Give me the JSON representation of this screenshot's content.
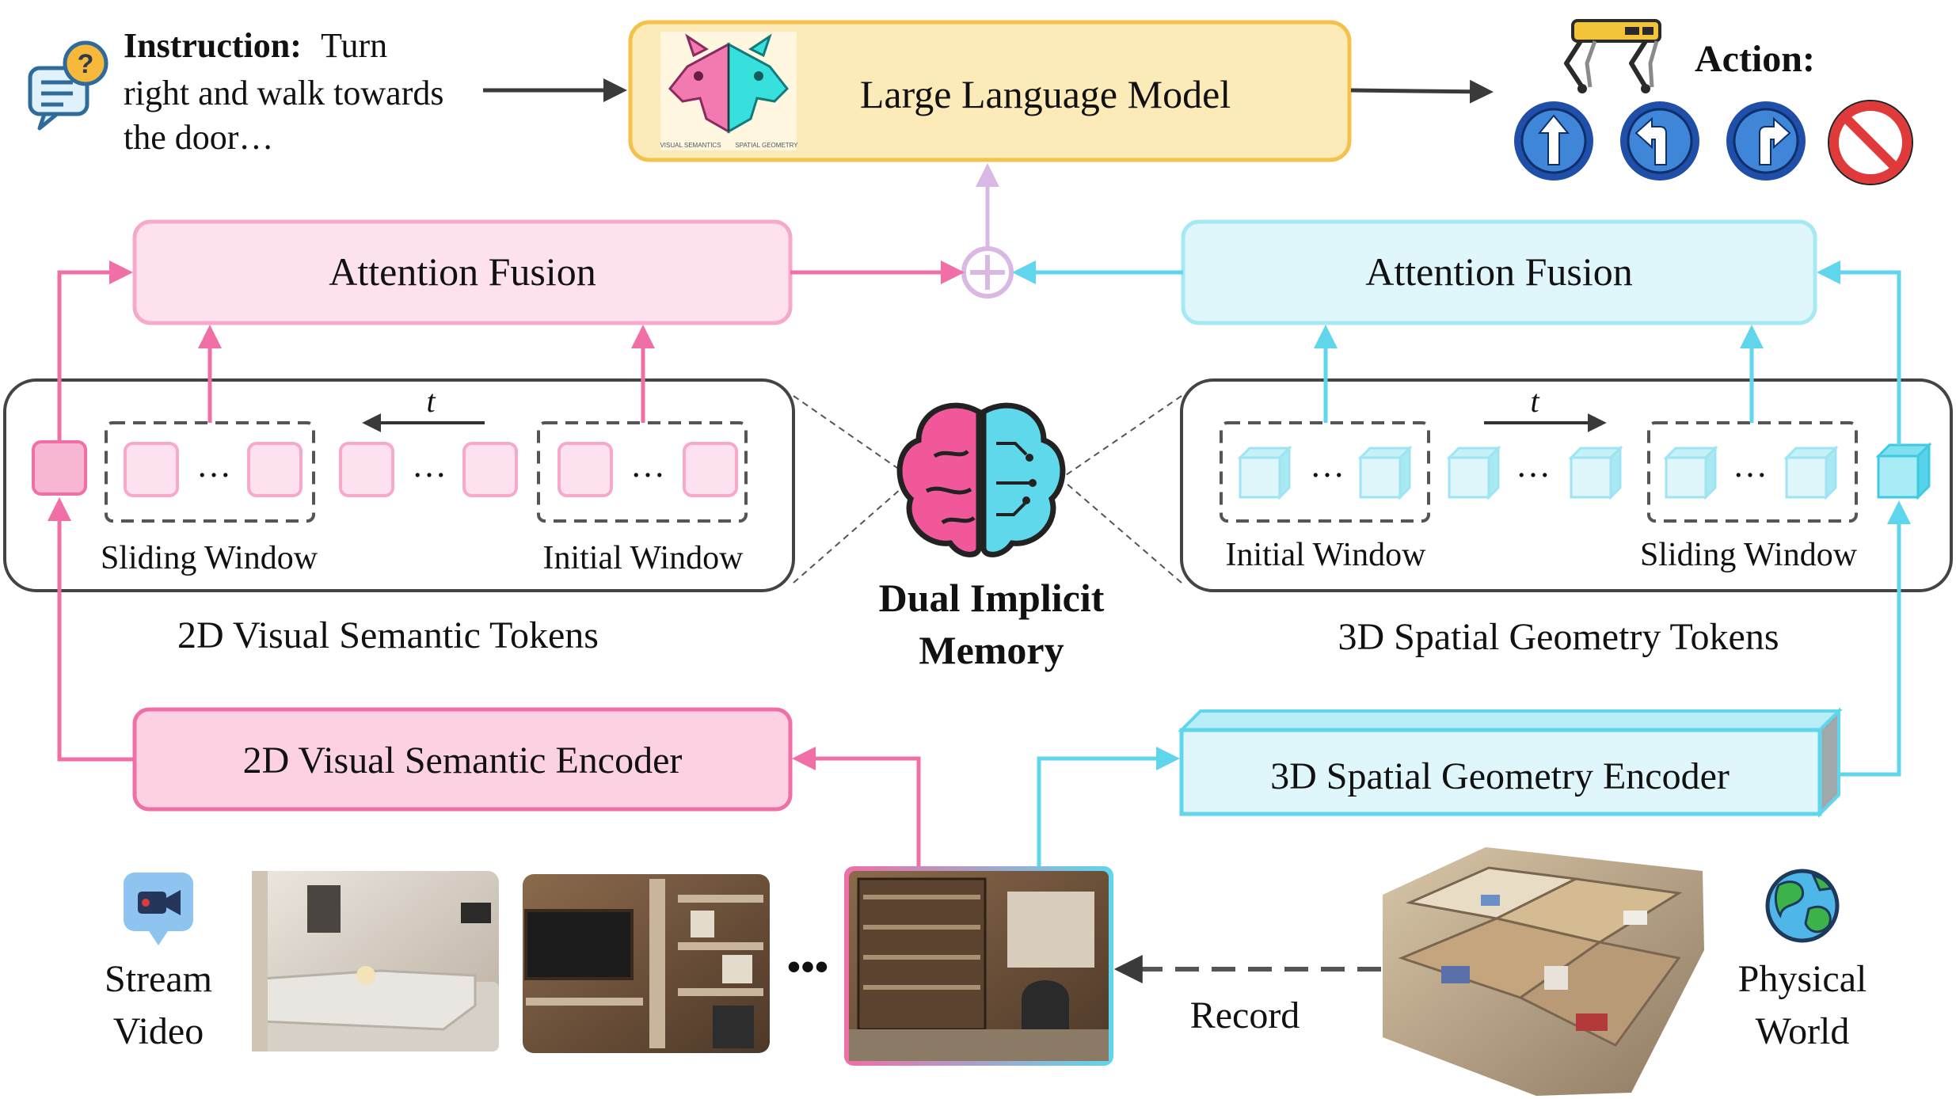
{
  "instruction": {
    "label": "Instruction:",
    "line1": "Turn",
    "line2": "right and walk  towards",
    "line3": "the door…"
  },
  "llm": {
    "title": "Large Language Model",
    "icon": "dual-dog-robot-illustration",
    "caption_left": "VISUAL SEMANTICS",
    "caption_right": "SPATIAL GEOMETRY"
  },
  "action": {
    "label": "Action:",
    "robot_icon": "quadruped-robot-icon",
    "buttons": [
      {
        "name": "forward-arrow-icon",
        "color": "#1f4fa8"
      },
      {
        "name": "turn-left-arrow-icon",
        "color": "#1f4fa8"
      },
      {
        "name": "turn-right-arrow-icon",
        "color": "#1f4fa8"
      },
      {
        "name": "stop-icon",
        "color": "#e03a3a"
      }
    ]
  },
  "left_branch": {
    "fusion_title": "Attention Fusion",
    "time_label": "t",
    "sliding_window": "Sliding Window",
    "initial_window": "Initial Window",
    "ellipsis": "…",
    "tokens_caption": "2D Visual Semantic Tokens",
    "encoder": "2D Visual Semantic Encoder",
    "color": "#ef6fa6",
    "fill": "#fde1ee"
  },
  "right_branch": {
    "fusion_title": "Attention Fusion",
    "time_label": "t",
    "initial_window": "Initial Window",
    "sliding_window": "Sliding Window",
    "ellipsis": "…",
    "tokens_caption": "3D Spatial  Geometry Tokens",
    "encoder": "3D Spatial Geometry Encoder",
    "color": "#5fd6ec",
    "fill": "#dff6fb"
  },
  "memory": {
    "line1": "Dual Implicit",
    "line2": "Memory",
    "icon": "brain-icon"
  },
  "stream": {
    "icon": "video-camera-icon",
    "line1": "Stream",
    "line2": "Video",
    "dots": "•••"
  },
  "record_label": "Record",
  "physical_world": {
    "icon": "globe-icon",
    "line1": "Physical",
    "line2": "World"
  }
}
